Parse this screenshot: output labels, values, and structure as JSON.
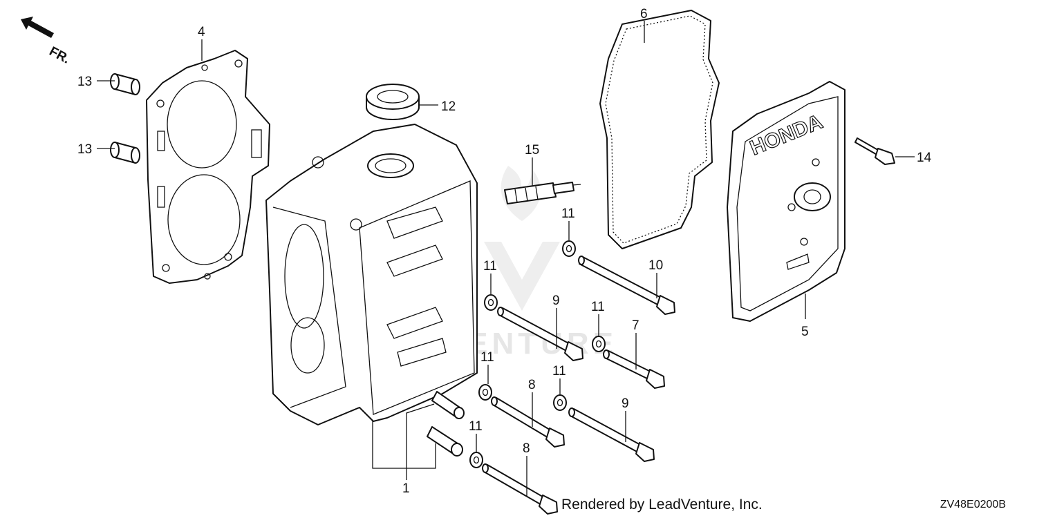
{
  "direction_marker": "FR.",
  "callouts": [
    {
      "id": "c1",
      "label": "1"
    },
    {
      "id": "c4",
      "label": "4"
    },
    {
      "id": "c5",
      "label": "5"
    },
    {
      "id": "c6",
      "label": "6"
    },
    {
      "id": "c7",
      "label": "7"
    },
    {
      "id": "c8a",
      "label": "8"
    },
    {
      "id": "c8b",
      "label": "8"
    },
    {
      "id": "c9a",
      "label": "9"
    },
    {
      "id": "c9b",
      "label": "9"
    },
    {
      "id": "c10",
      "label": "10"
    },
    {
      "id": "c11a",
      "label": "11"
    },
    {
      "id": "c11b",
      "label": "11"
    },
    {
      "id": "c11c",
      "label": "11"
    },
    {
      "id": "c11d",
      "label": "11"
    },
    {
      "id": "c11e",
      "label": "11"
    },
    {
      "id": "c11f",
      "label": "11"
    },
    {
      "id": "c12",
      "label": "12"
    },
    {
      "id": "c13a",
      "label": "13"
    },
    {
      "id": "c13b",
      "label": "13"
    },
    {
      "id": "c14",
      "label": "14"
    },
    {
      "id": "c15",
      "label": "15"
    }
  ],
  "cover_logo": "HONDA",
  "watermark": "LEADVENTURE",
  "footer": {
    "credit": "Rendered by LeadVenture, Inc.",
    "diagram_code": "ZV48E0200B"
  }
}
